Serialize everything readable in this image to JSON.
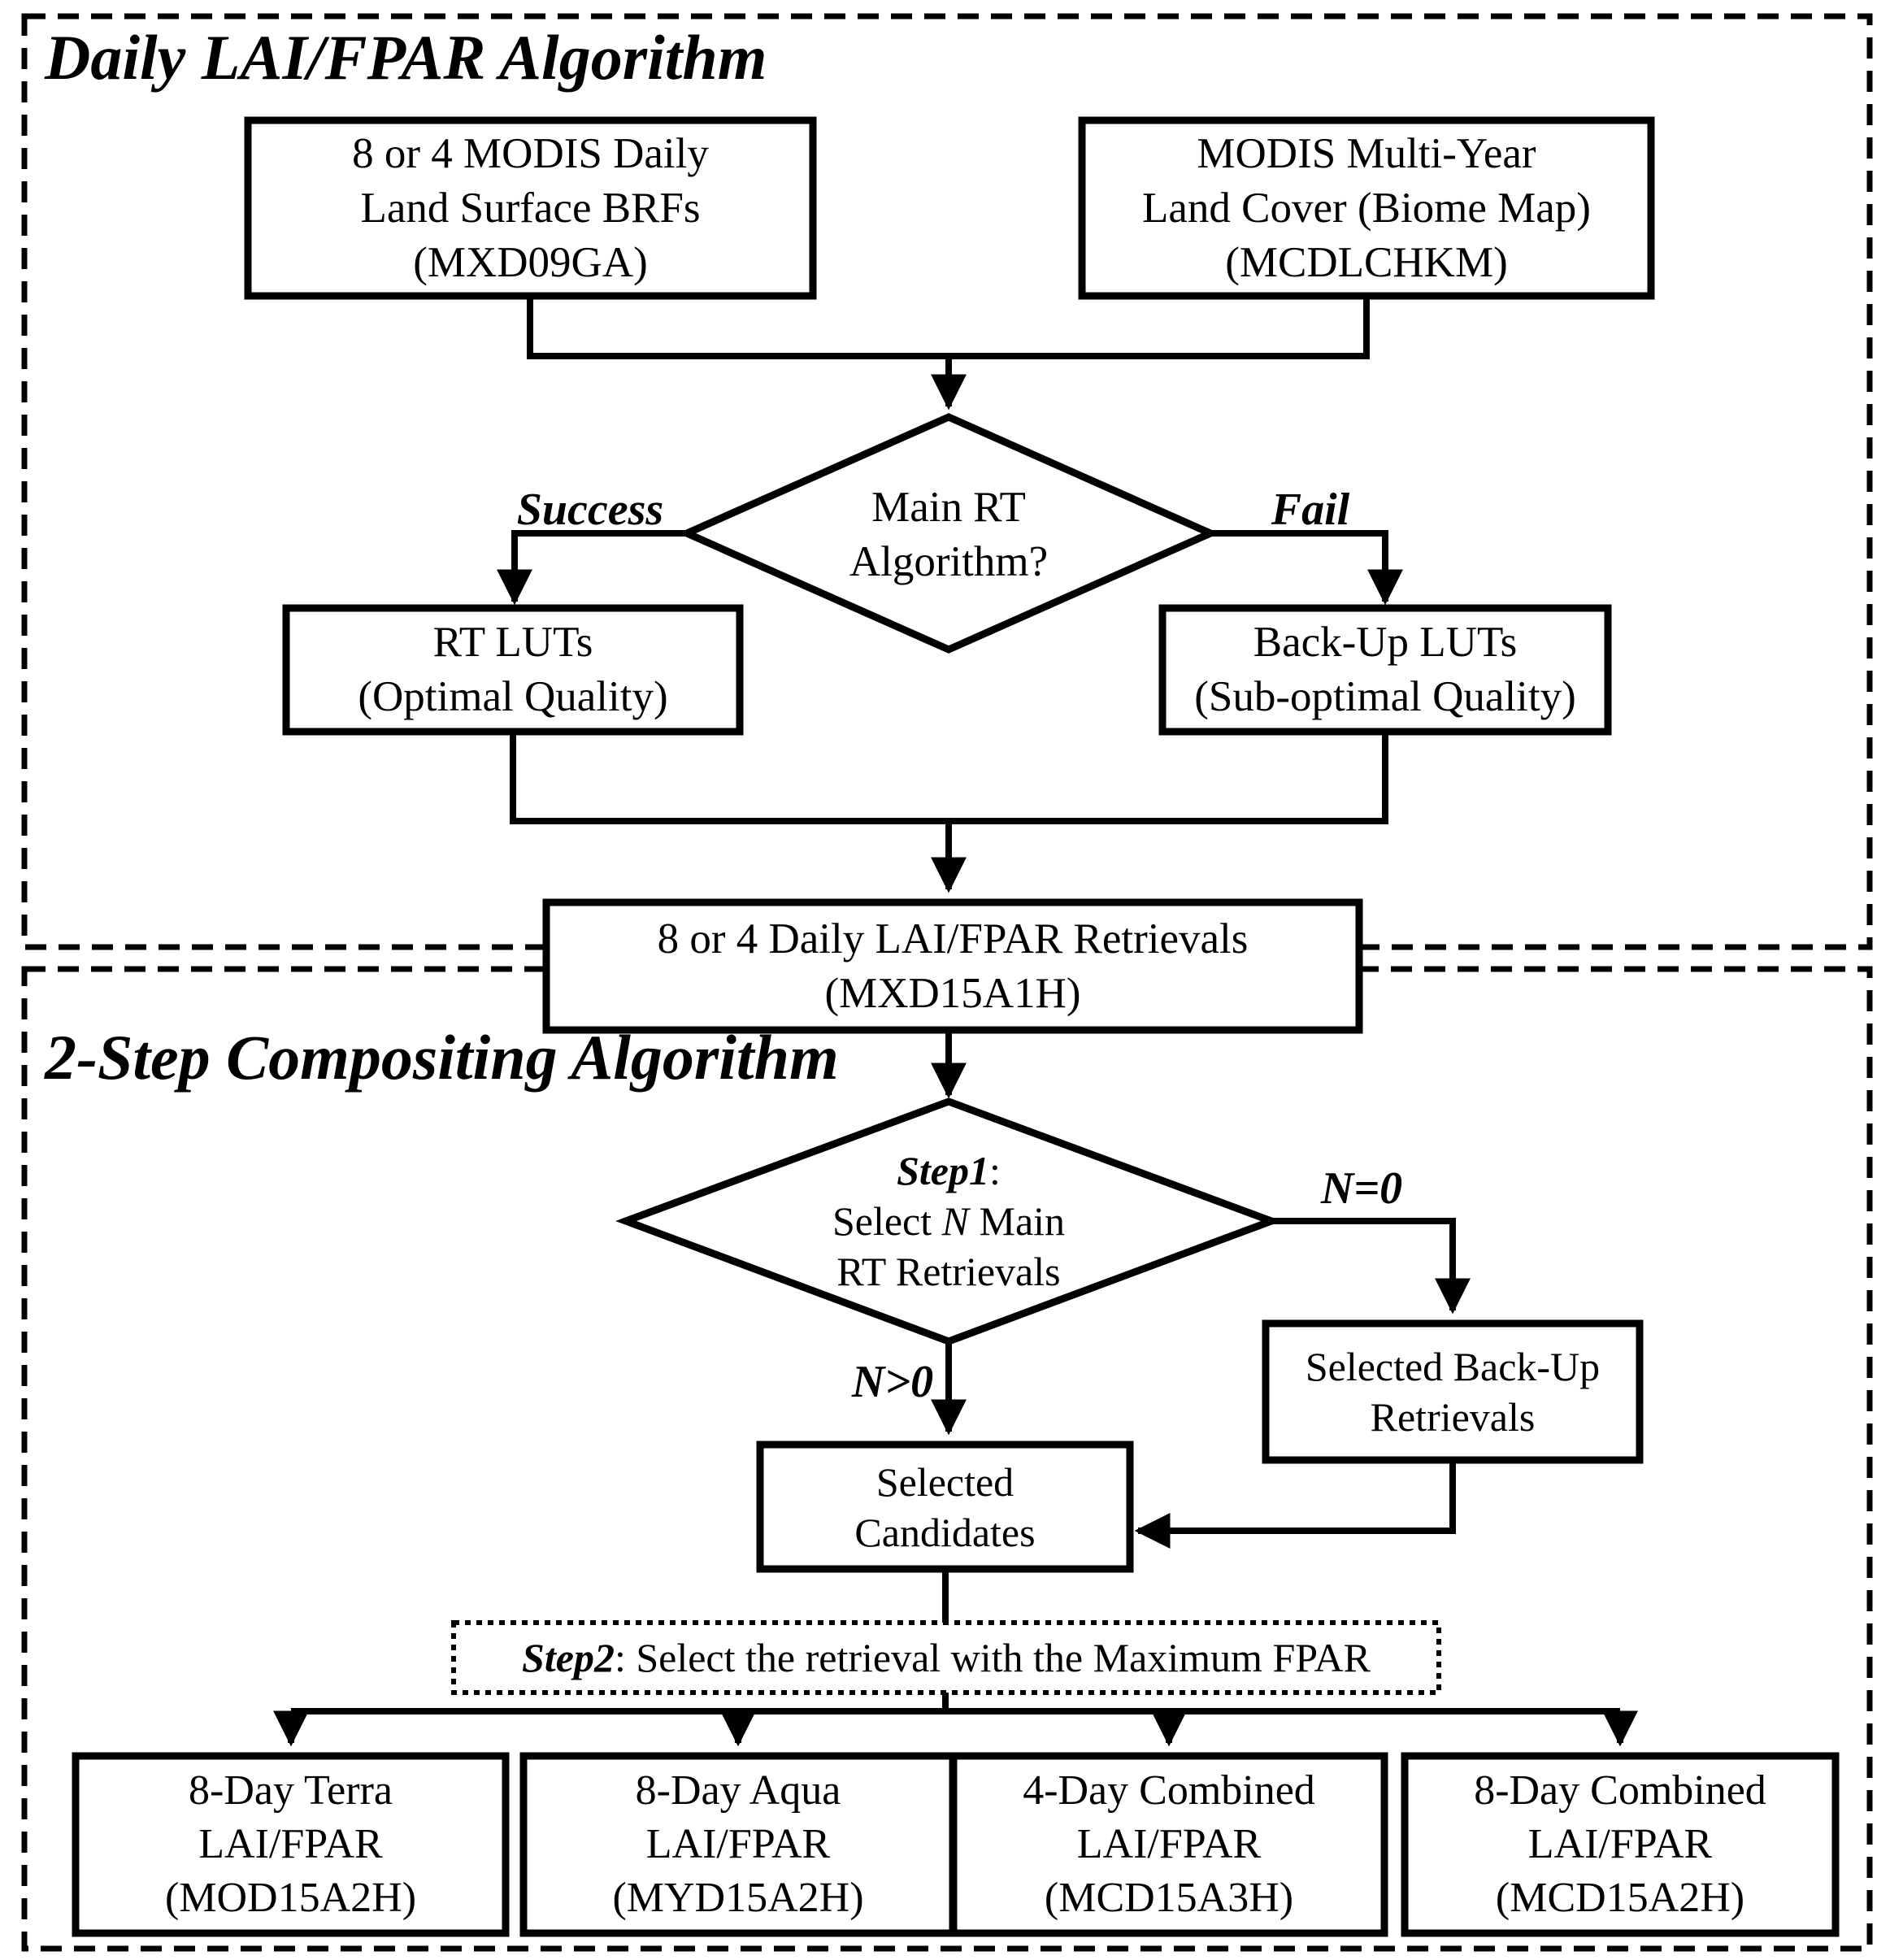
{
  "sections": {
    "daily": {
      "title": "Daily LAI/FPAR Algorithm"
    },
    "compositing": {
      "title": "2-Step Compositing Algorithm"
    }
  },
  "nodes": {
    "brf_input": {
      "line1": "8 or 4 MODIS Daily",
      "line2": "Land Surface BRFs",
      "line3": "(MXD09GA)"
    },
    "landcover_input": {
      "line1": "MODIS Multi-Year",
      "line2": "Land Cover (Biome Map)",
      "line3": "(MCDLCHKM)"
    },
    "main_rt_decision": {
      "line1": "Main RT",
      "line2": "Algorithm?"
    },
    "rt_luts": {
      "line1": "RT LUTs",
      "line2": "(Optimal Quality)"
    },
    "backup_luts": {
      "line1": "Back-Up LUTs",
      "line2": "(Sub-optimal Quality)"
    },
    "daily_retrievals": {
      "line1": "8 or 4 Daily LAI/FPAR Retrievals",
      "line2": "(MXD15A1H)"
    },
    "step1_decision": {
      "step_word": "Step1",
      "colon": ":",
      "select_pre": "Select ",
      "select_n": "N",
      "select_post": " Main",
      "line3": "RT Retrievals"
    },
    "selected_backup": {
      "line1": "Selected Back-Up",
      "line2": "Retrievals"
    },
    "selected_candidates": {
      "line1": "Selected",
      "line2": "Candidates"
    },
    "step2_rule": {
      "step_word": "Step2",
      "rest": ": Select the retrieval with the Maximum FPAR"
    },
    "terra_out": {
      "line1": "8-Day Terra",
      "line2": "LAI/FPAR",
      "line3": "(MOD15A2H)"
    },
    "aqua_out": {
      "line1": "8-Day Aqua",
      "line2": "LAI/FPAR",
      "line3": "(MYD15A2H)"
    },
    "combined4_out": {
      "line1": "4-Day Combined",
      "line2": "LAI/FPAR",
      "line3": "(MCD15A3H)"
    },
    "combined8_out": {
      "line1": "8-Day Combined",
      "line2": "LAI/FPAR",
      "line3": "(MCD15A2H)"
    }
  },
  "edge_labels": {
    "success": "Success",
    "fail": "Fail",
    "n_zero": "N=0",
    "n_positive": "N>0"
  },
  "colors": {
    "ink": "#000000",
    "background": "#ffffff"
  }
}
